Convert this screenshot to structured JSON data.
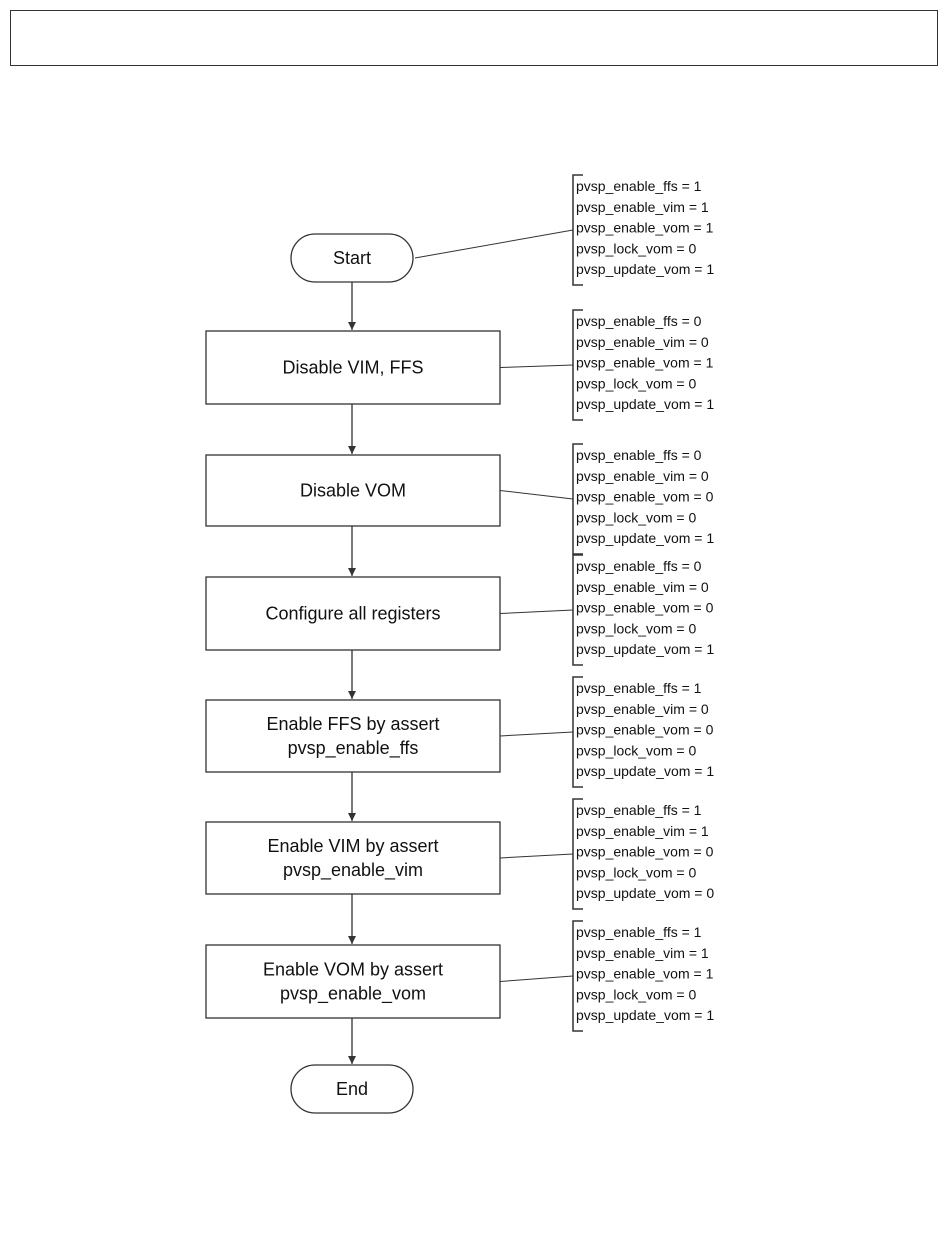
{
  "header": {
    "text": ""
  },
  "nodes": [
    {
      "id": "start",
      "shape": "terminator",
      "lines": [
        "Start"
      ]
    },
    {
      "id": "disable-vim-ffs",
      "shape": "process",
      "lines": [
        "Disable VIM, FFS"
      ]
    },
    {
      "id": "disable-vom",
      "shape": "process",
      "lines": [
        "Disable VOM"
      ]
    },
    {
      "id": "configure-registers",
      "shape": "process",
      "lines": [
        "Configure all registers"
      ]
    },
    {
      "id": "enable-ffs",
      "shape": "process",
      "lines": [
        "Enable FFS by assert",
        "pvsp_enable_ffs"
      ]
    },
    {
      "id": "enable-vim",
      "shape": "process",
      "lines": [
        "Enable VIM by assert",
        "pvsp_enable_vim"
      ]
    },
    {
      "id": "enable-vom",
      "shape": "process",
      "lines": [
        "Enable VOM by assert",
        "pvsp_enable_vom"
      ]
    },
    {
      "id": "end",
      "shape": "terminator",
      "lines": [
        "End"
      ]
    }
  ],
  "annotations": [
    {
      "node": "start",
      "lines": [
        "pvsp_enable_ffs = 1",
        "pvsp_enable_vim = 1",
        "pvsp_enable_vom = 1",
        "pvsp_lock_vom = 0",
        "pvsp_update_vom = 1"
      ]
    },
    {
      "node": "disable-vim-ffs",
      "lines": [
        "pvsp_enable_ffs = 0",
        "pvsp_enable_vim = 0",
        "pvsp_enable_vom = 1",
        "pvsp_lock_vom = 0",
        "pvsp_update_vom = 1"
      ]
    },
    {
      "node": "disable-vom",
      "lines": [
        "pvsp_enable_ffs = 0",
        "pvsp_enable_vim = 0",
        "pvsp_enable_vom = 0",
        "pvsp_lock_vom = 0",
        "pvsp_update_vom = 1"
      ]
    },
    {
      "node": "configure-registers",
      "lines": [
        "pvsp_enable_ffs = 0",
        "pvsp_enable_vim = 0",
        "pvsp_enable_vom = 0",
        "pvsp_lock_vom = 0",
        "pvsp_update_vom = 1"
      ]
    },
    {
      "node": "enable-ffs",
      "lines": [
        "pvsp_enable_ffs = 1",
        "pvsp_enable_vim = 0",
        "pvsp_enable_vom = 0",
        "pvsp_lock_vom = 0",
        "pvsp_update_vom = 1"
      ]
    },
    {
      "node": "enable-vim",
      "lines": [
        "pvsp_enable_ffs = 1",
        "pvsp_enable_vim = 1",
        "pvsp_enable_vom = 0",
        "pvsp_lock_vom = 0",
        "pvsp_update_vom = 0"
      ]
    },
    {
      "node": "enable-vom",
      "lines": [
        "pvsp_enable_ffs = 1",
        "pvsp_enable_vim = 1",
        "pvsp_enable_vom = 1",
        "pvsp_lock_vom = 0",
        "pvsp_update_vom = 1"
      ]
    }
  ]
}
